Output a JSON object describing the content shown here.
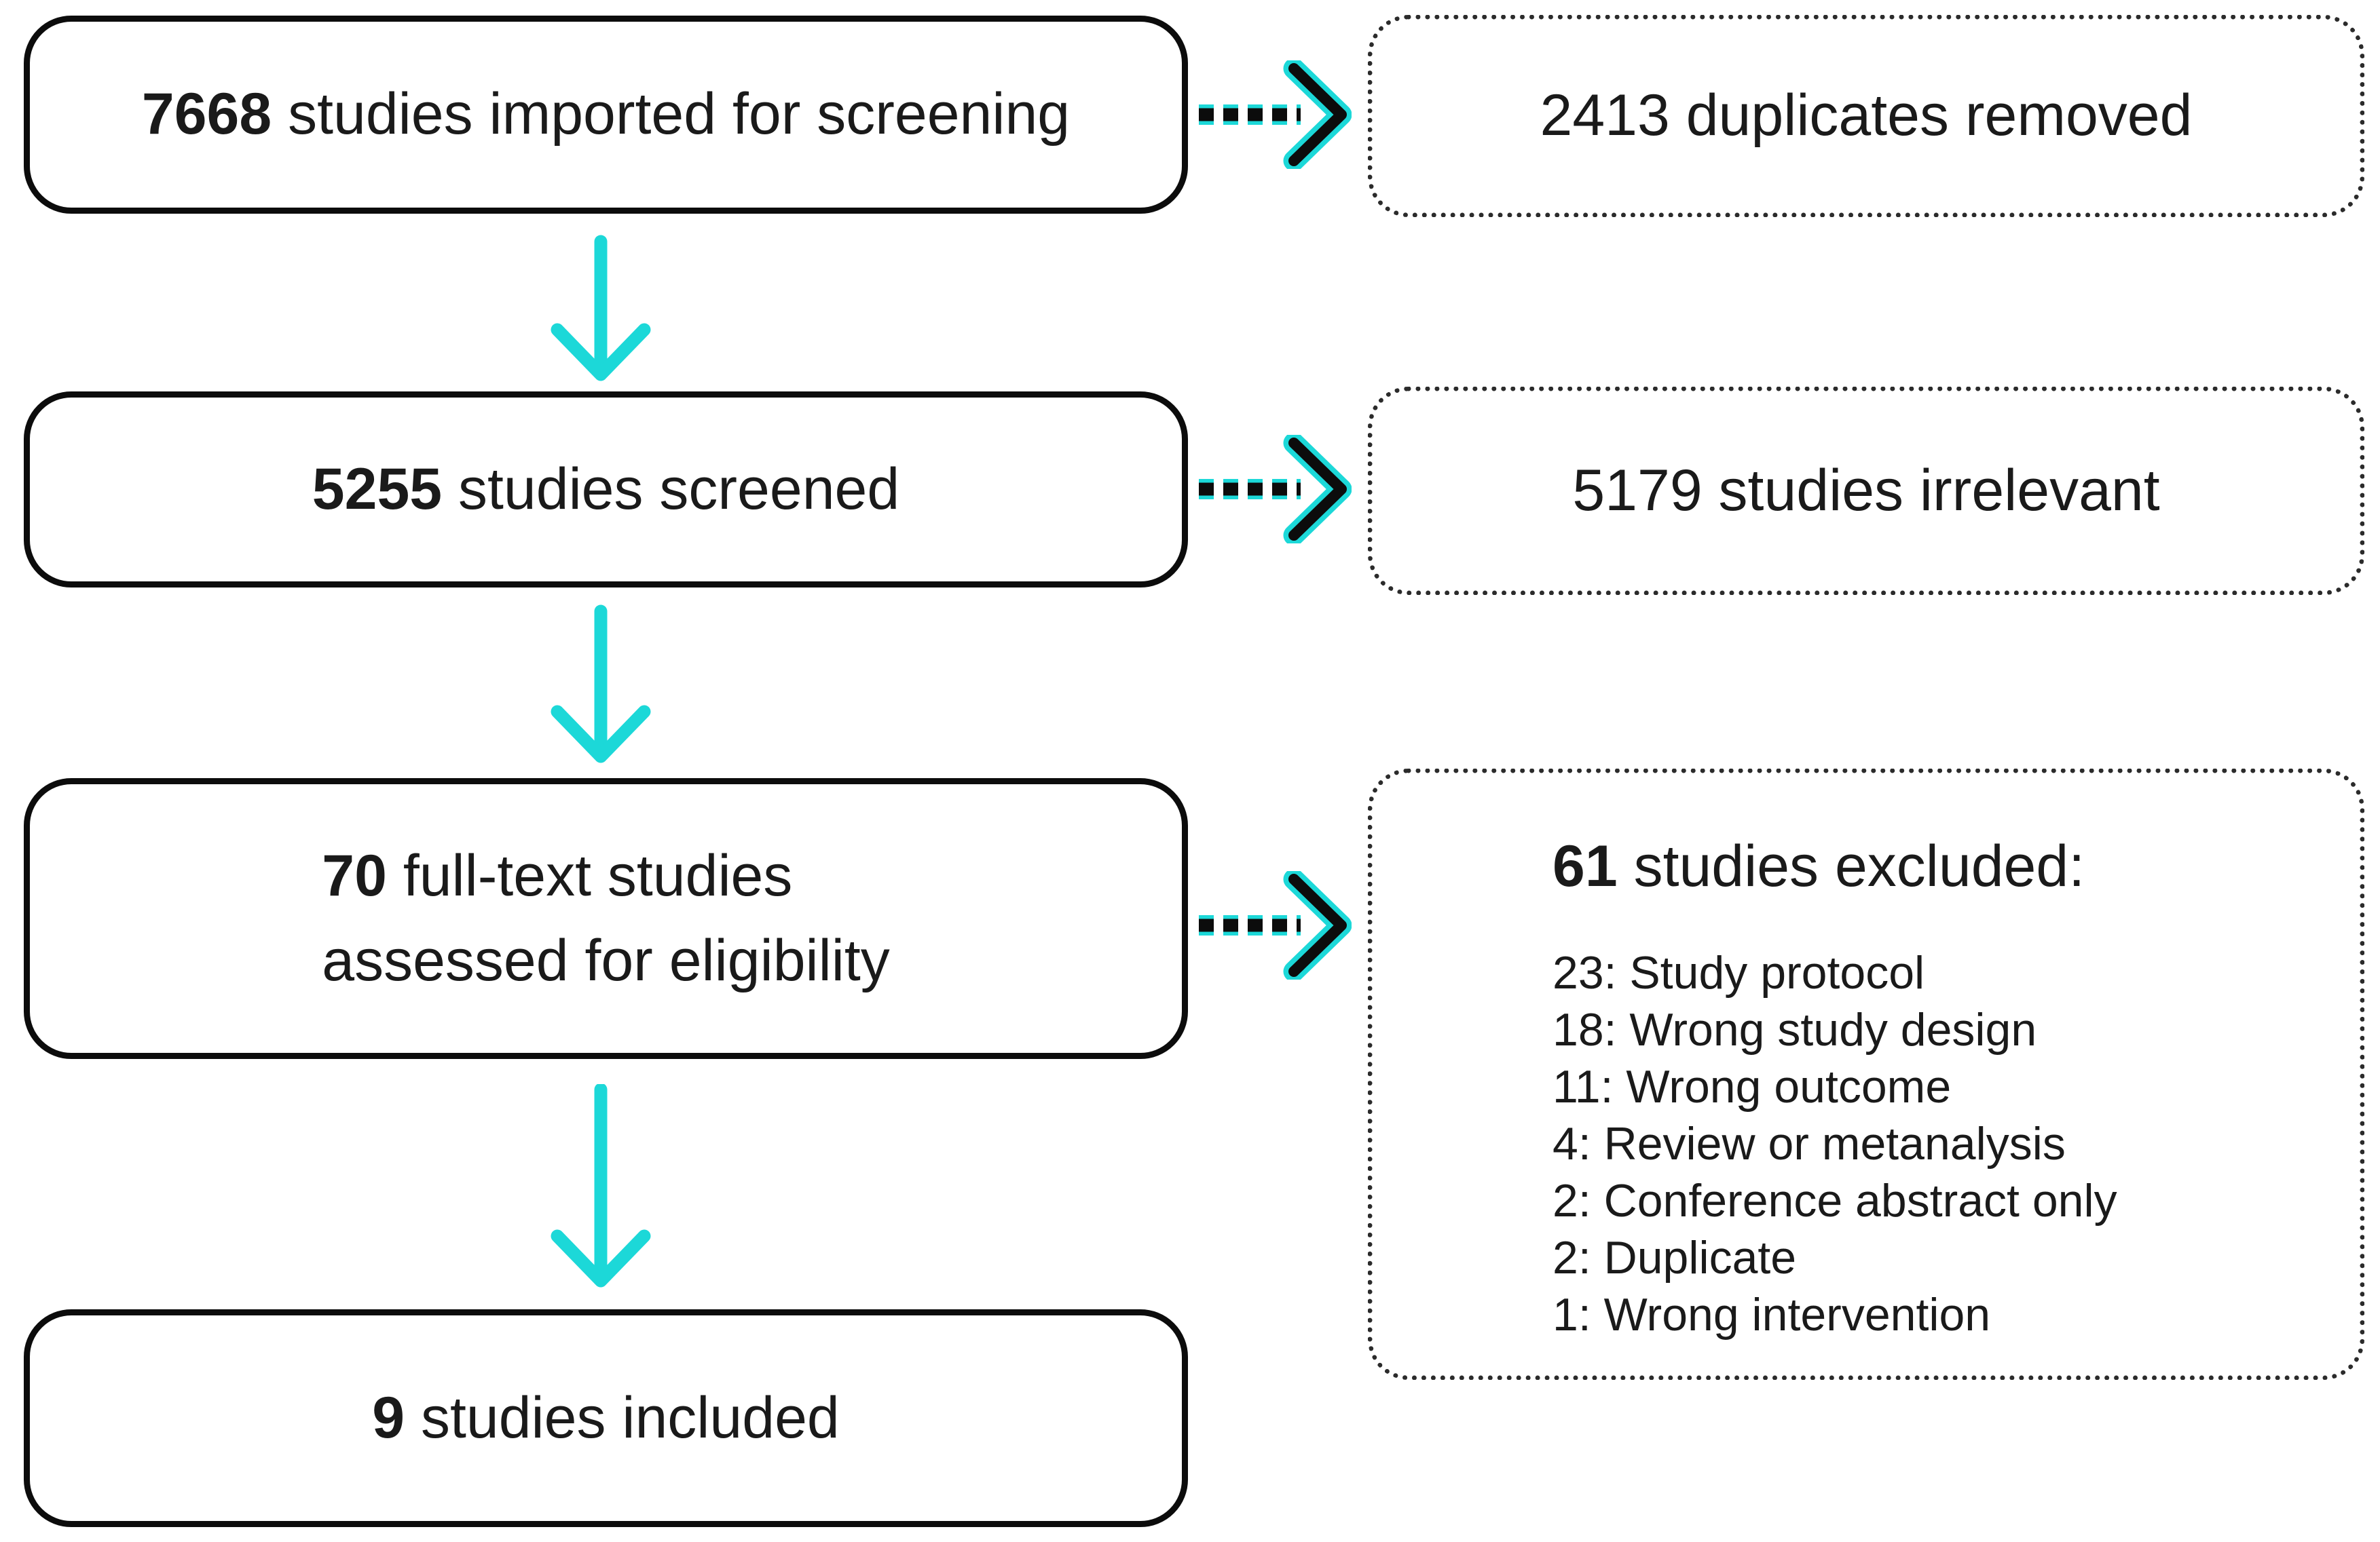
{
  "colors": {
    "accent_cyan": "#1cd8d8",
    "ink_black": "#0c0c0c",
    "background": "#ffffff"
  },
  "flow": {
    "steps": [
      {
        "count": "7668",
        "rest": " studies imported for screening"
      },
      {
        "count": "5255",
        "rest": " studies screened"
      },
      {
        "count": "70",
        "rest": " full-text studies",
        "line2": "assessed for eligibility"
      },
      {
        "count": "9",
        "rest": " studies included"
      }
    ],
    "side": [
      {
        "text": "2413 duplicates removed"
      },
      {
        "text": "5179 studies irrelevant"
      },
      {
        "count": "61",
        "rest": " studies excluded:",
        "items": [
          "23: Study protocol",
          "18: Wrong study design",
          "11: Wrong outcome",
          "4: Review or metanalysis",
          "2: Conference abstract only",
          "2: Duplicate",
          "1: Wrong intervention"
        ]
      }
    ]
  }
}
